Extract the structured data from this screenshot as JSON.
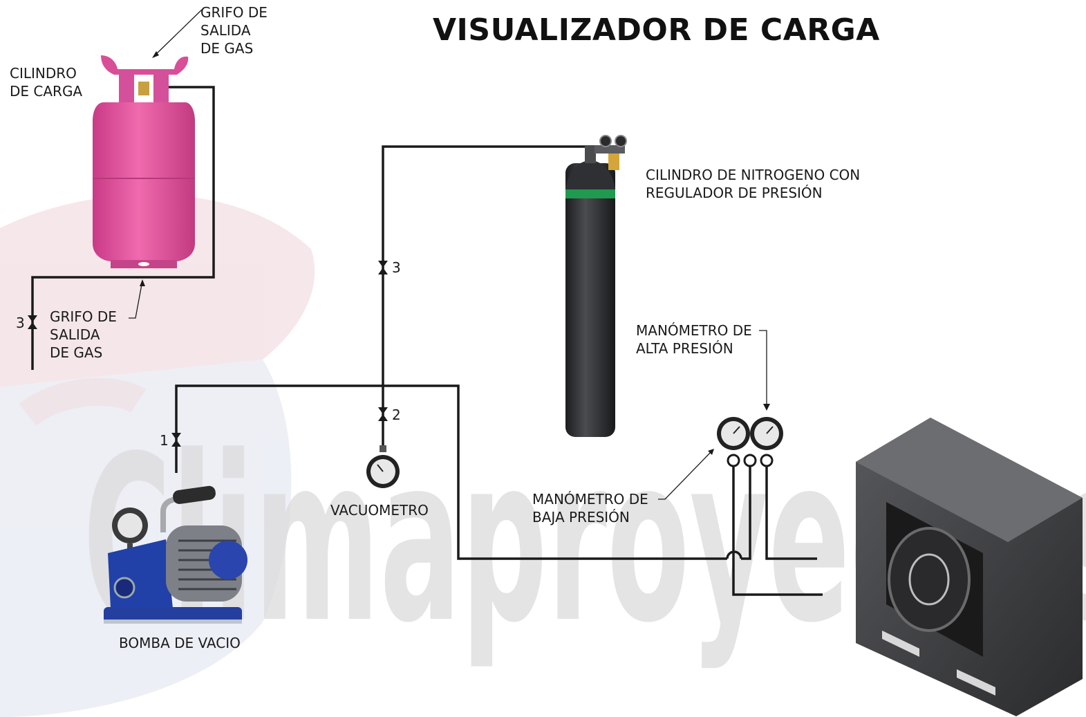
{
  "title": "VISUALIZADOR DE CARGA",
  "watermark": "Climaproyectos",
  "labels": {
    "grifo_top": "GRIFO DE\nSALIDA\nDE GAS",
    "cilindro_carga": "CILINDRO\nDE CARGA",
    "grifo_bottom": "GRIFO DE\nSALIDA\nDE GAS",
    "nitrogeno": "CILINDRO DE NITROGENO CON\nREGULADOR DE PRESIÓN",
    "alta_presion": "MANÓMETRO DE\nALTA PRESIÓN",
    "baja_presion": "MANÓMETRO DE\nBAJA PRESIÓN",
    "vacuometro": "VACUOMETRO",
    "bomba": "BOMBA DE VACIO"
  },
  "valves": {
    "v_left": "3",
    "v_mid_top": "3",
    "v_mid_bottom": "2",
    "v_pump": "1"
  },
  "colors": {
    "cylinder": "#e0569f",
    "nitrogen": "#2b2d30",
    "nitrogen_band": "#1f9a4e",
    "pump_blue": "#2140a8",
    "unit": "#3a3b3d",
    "pipe": "#1a1a1a"
  }
}
